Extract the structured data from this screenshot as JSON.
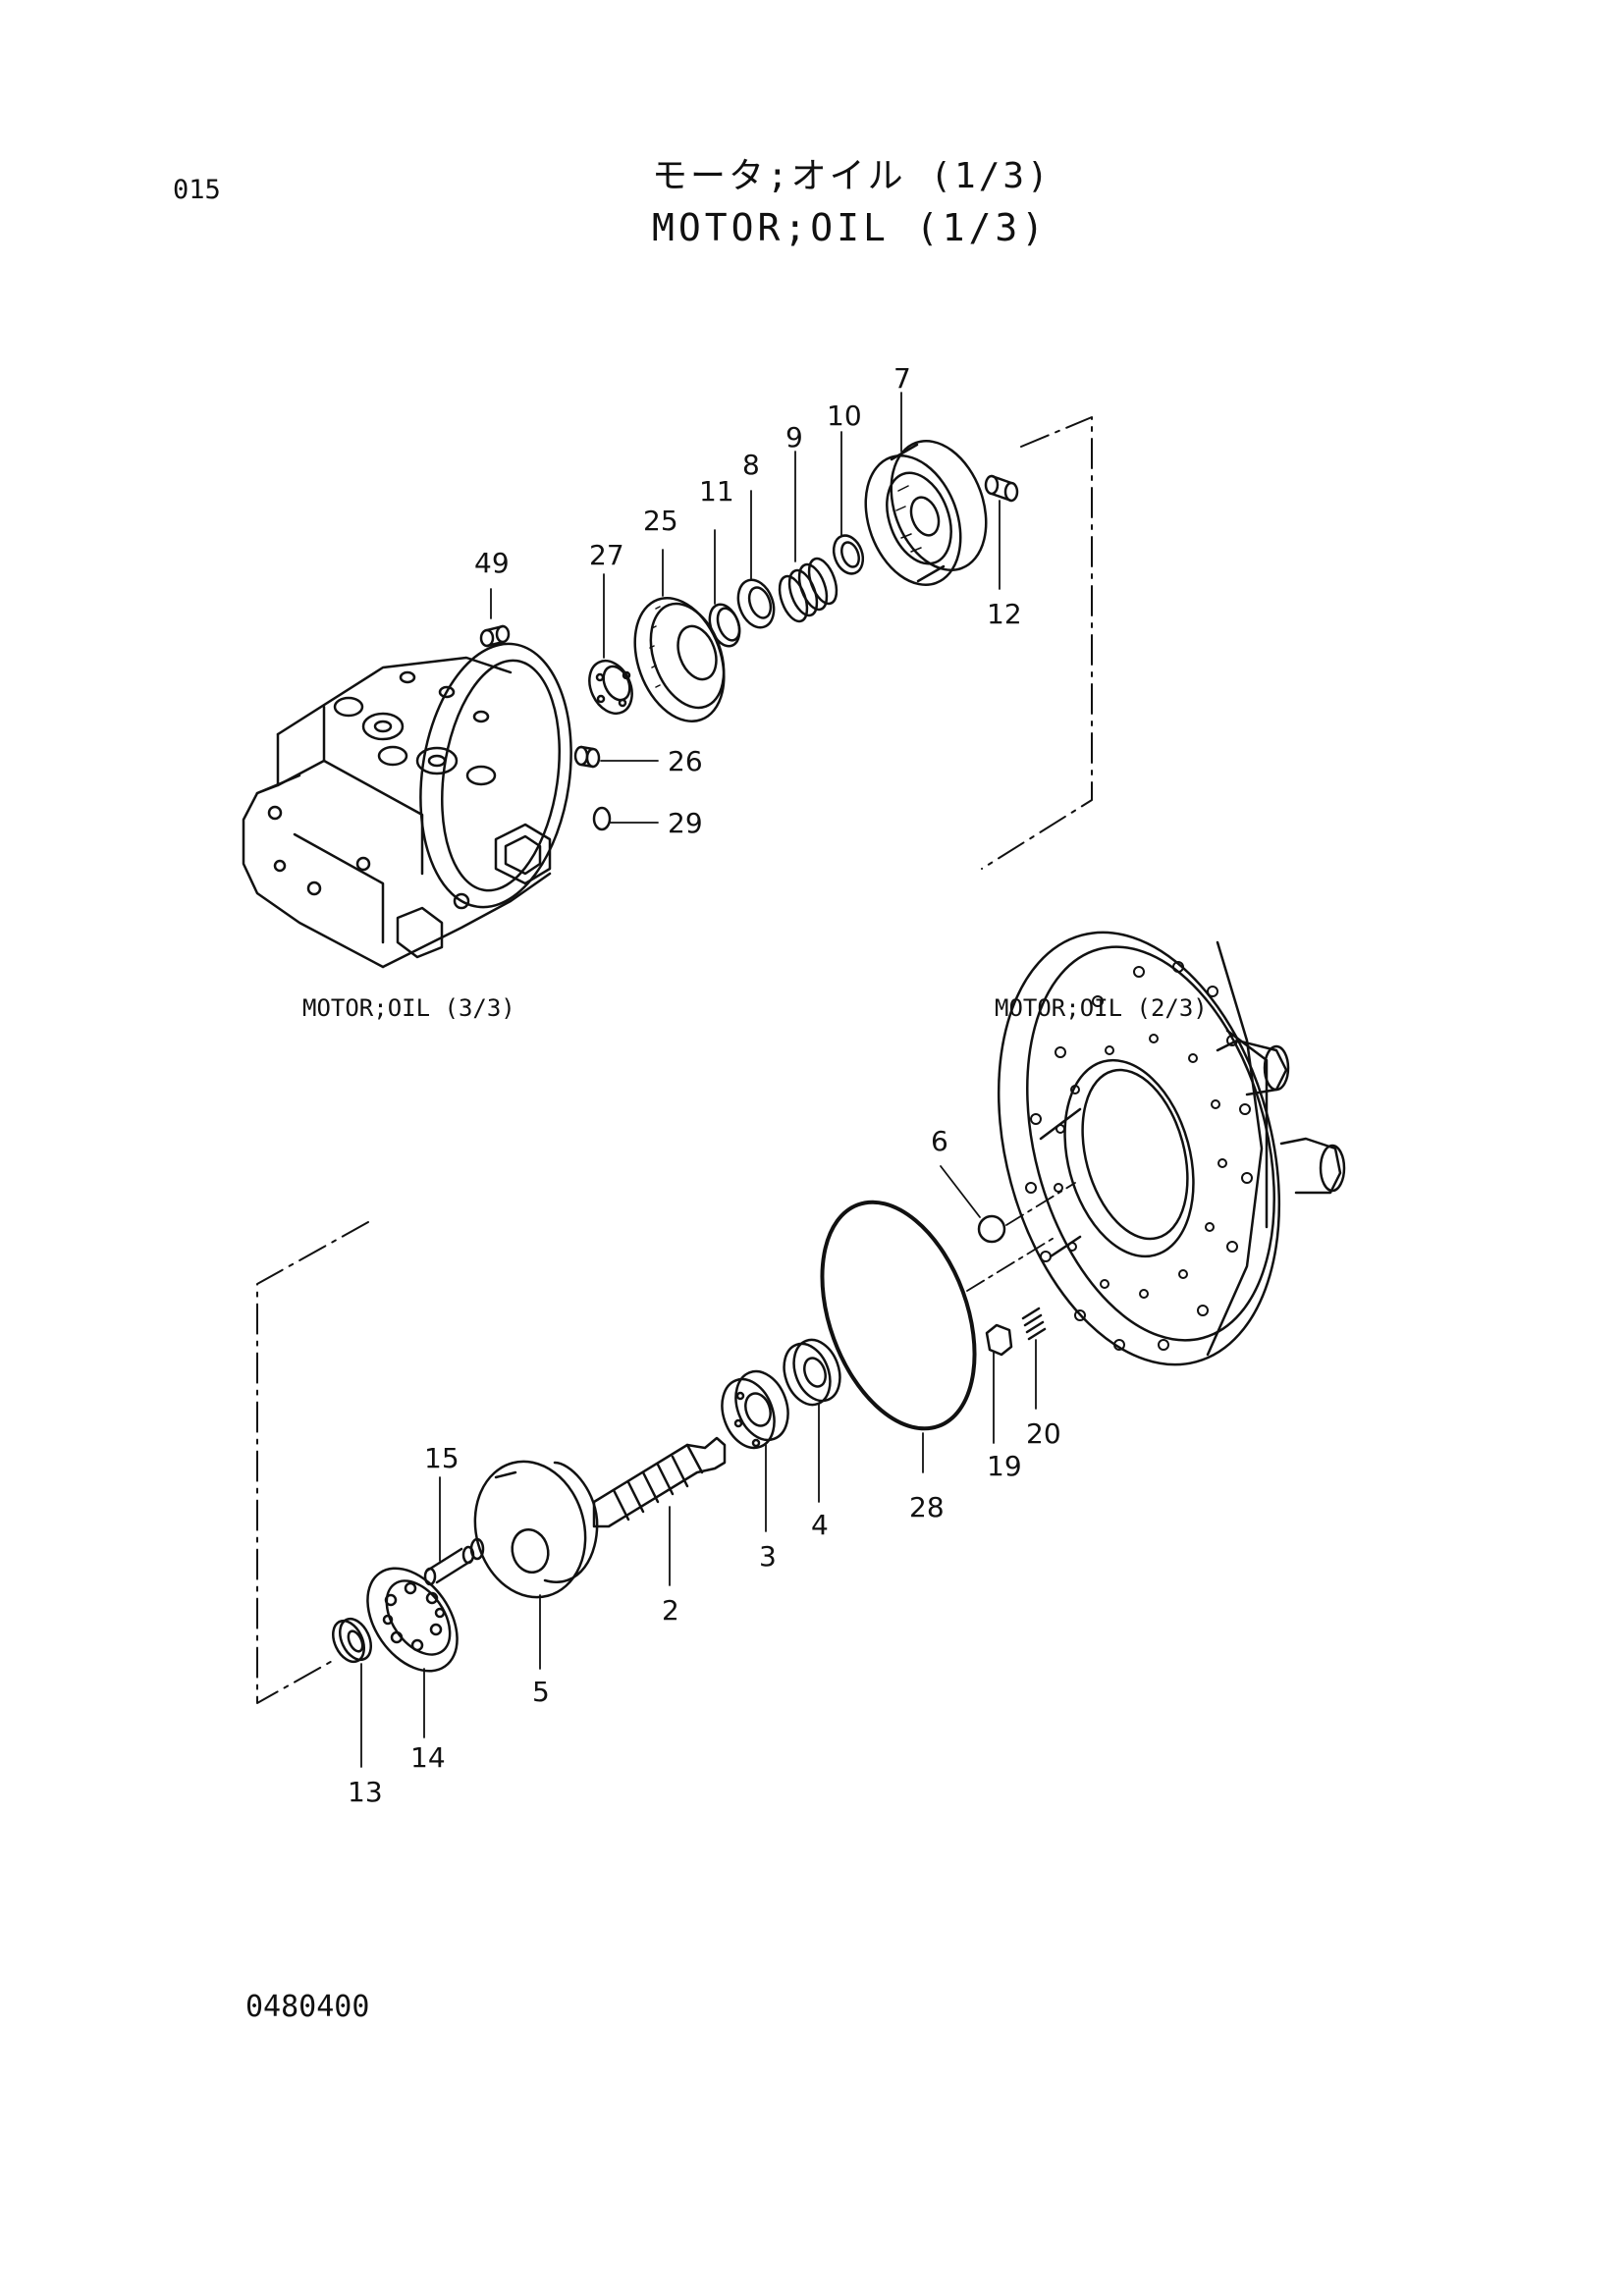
{
  "page_code": "015",
  "title_jp": "モータ;オイル (1/3)",
  "title_en": "MOTOR;OIL (1/3)",
  "references": {
    "left": "MOTOR;OIL (3/3)",
    "right": "MOTOR;OIL (2/3)"
  },
  "footer_code": "0480400",
  "callouts": [
    {
      "id": "c7",
      "label": "7"
    },
    {
      "id": "c10",
      "label": "10"
    },
    {
      "id": "c9",
      "label": "9"
    },
    {
      "id": "c8",
      "label": "8"
    },
    {
      "id": "c11",
      "label": "11"
    },
    {
      "id": "c25",
      "label": "25"
    },
    {
      "id": "c27",
      "label": "27"
    },
    {
      "id": "c49",
      "label": "49"
    },
    {
      "id": "c12",
      "label": "12"
    },
    {
      "id": "c26",
      "label": "26"
    },
    {
      "id": "c29",
      "label": "29"
    },
    {
      "id": "c6",
      "label": "6"
    },
    {
      "id": "c15",
      "label": "15"
    },
    {
      "id": "c28",
      "label": "28"
    },
    {
      "id": "c19",
      "label": "19"
    },
    {
      "id": "c20",
      "label": "20"
    },
    {
      "id": "c3",
      "label": "3"
    },
    {
      "id": "c4",
      "label": "4"
    },
    {
      "id": "c2",
      "label": "2"
    },
    {
      "id": "c5",
      "label": "5"
    },
    {
      "id": "c14",
      "label": "14"
    },
    {
      "id": "c13",
      "label": "13"
    }
  ]
}
